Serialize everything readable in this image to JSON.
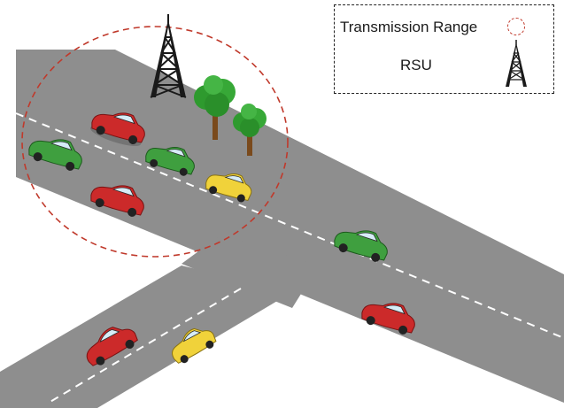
{
  "legend": {
    "range_label": "Transmission Range",
    "rsu_label": "RSU"
  },
  "colors": {
    "road": "#8e8e8e",
    "road_edge": "#7d7d7d",
    "lane_marking": "#ffffff",
    "range_circle": "#c0392b",
    "tower": "#1a1a1a",
    "tree_foliage": "#2e9a2e",
    "tree_trunk": "#7a4a1c",
    "car_red": "#cc2a2a",
    "car_green": "#3f9f3f",
    "car_yellow": "#f0d23a"
  },
  "vehicles": [
    {
      "type": "car",
      "color": "red"
    },
    {
      "type": "car",
      "color": "green"
    },
    {
      "type": "car",
      "color": "green"
    },
    {
      "type": "taxi",
      "color": "yellow"
    },
    {
      "type": "car",
      "color": "red"
    },
    {
      "type": "car",
      "color": "green"
    },
    {
      "type": "car",
      "color": "red"
    },
    {
      "type": "car",
      "color": "red"
    },
    {
      "type": "taxi",
      "color": "yellow"
    }
  ],
  "icons": [
    "rsu-tower-icon",
    "tree-icon",
    "dashed-circle-icon"
  ]
}
